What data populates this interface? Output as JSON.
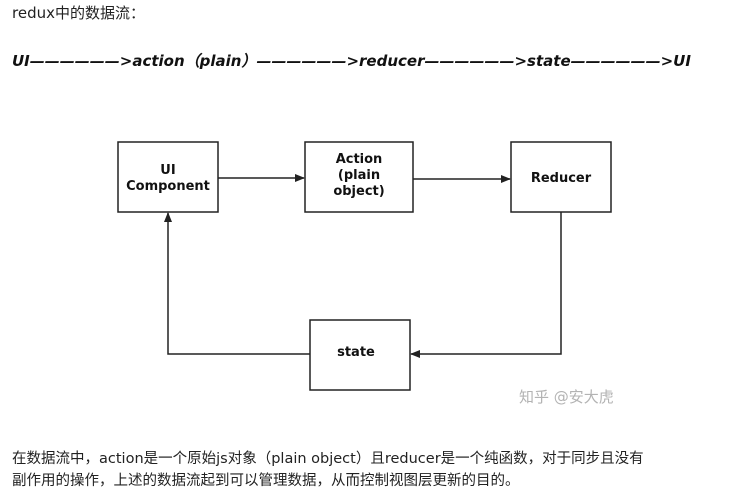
{
  "heading": "redux中的数据流：",
  "flow_line": "UI——————>action（plain）——————>reducer——————>state——————>UI",
  "nodes": {
    "ui_component": [
      "UI",
      "Component"
    ],
    "action": [
      "Action",
      "(plain",
      "object)"
    ],
    "reducer": [
      "Reducer"
    ],
    "state": [
      "state"
    ]
  },
  "watermark": "知乎 @安大虎",
  "paragraph": [
    "在数据流中，action是一个原始js对象（plain object）且reducer是一个纯函数，对于同步且没有",
    "副作用的操作，上述的数据流起到可以管理数据，从而控制视图层更新的目的。"
  ],
  "colors": {
    "stroke": "#222222",
    "text": "#111111",
    "watermark": "#b3b3b3"
  }
}
